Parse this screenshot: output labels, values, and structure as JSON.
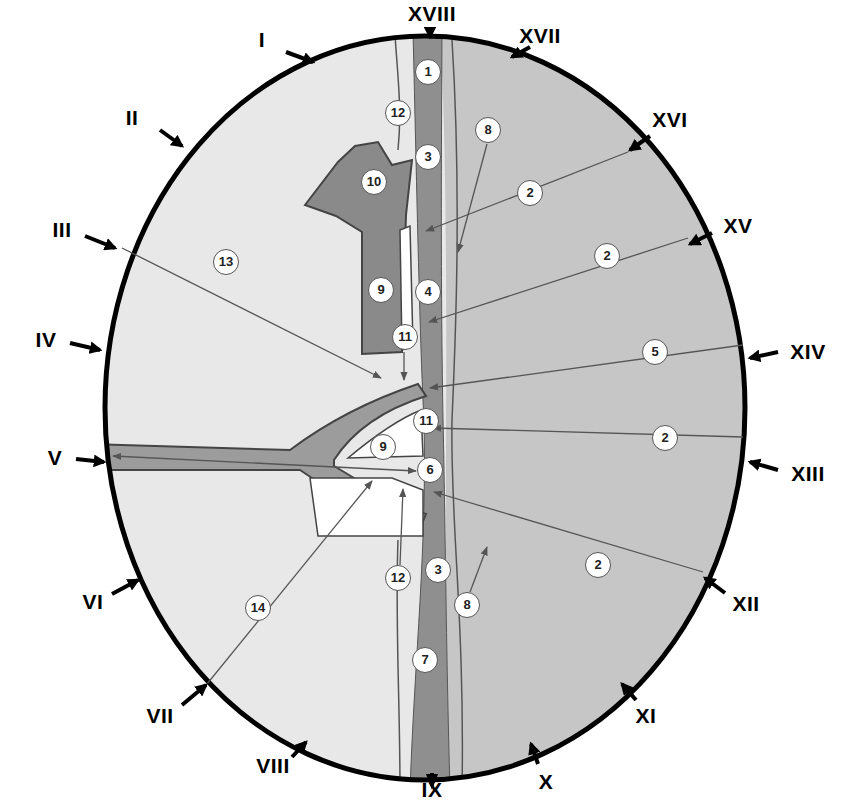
{
  "diagram": {
    "labels": [
      "I",
      "II",
      "III",
      "IV",
      "V",
      "VI",
      "VII",
      "VIII",
      "IX",
      "X",
      "XI",
      "XII",
      "XIII",
      "XIV",
      "XV",
      "XVI",
      "XVII",
      "XVIII",
      "1",
      "12",
      "8",
      "3",
      "2",
      "10",
      "2",
      "9",
      "4",
      "13",
      "11",
      "5",
      "11",
      "2",
      "9",
      "6",
      "14",
      "2",
      "12",
      "3",
      "8",
      "7"
    ]
  }
}
